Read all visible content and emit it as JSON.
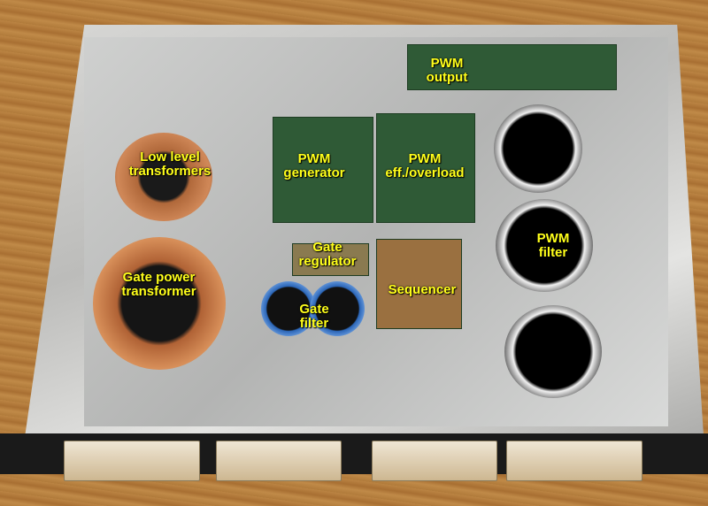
{
  "labels": {
    "low_level": [
      "Low level",
      "transformers"
    ],
    "pwm_generator": [
      "PWM",
      "generator"
    ],
    "pwm_eff": [
      "PWM",
      "eff./overload"
    ],
    "pwm_output": [
      "PWM",
      "output"
    ],
    "gate_regulator": [
      "Gate",
      "regulator"
    ],
    "gate_power": [
      "Gate power",
      "transformer"
    ],
    "gate_filter": [
      "Gate",
      "filter"
    ],
    "sequencer": [
      "Sequencer"
    ],
    "pwm_filter": [
      "PWM",
      "filter"
    ]
  }
}
